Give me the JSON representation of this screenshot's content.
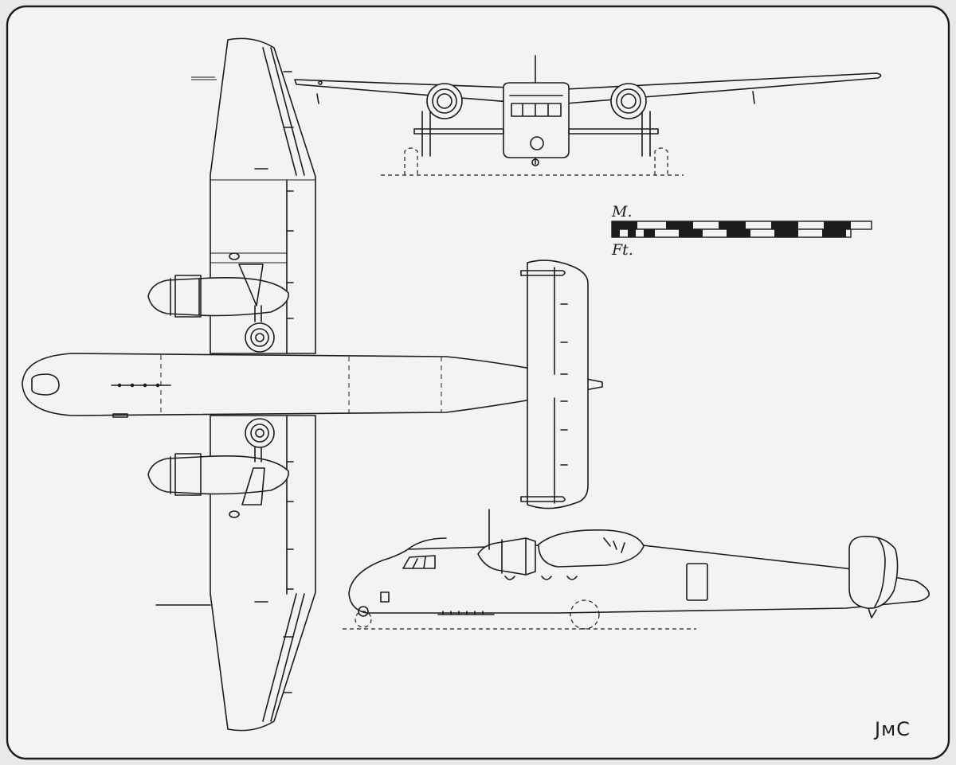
{
  "scale_bar": {
    "metric_label": "M.",
    "imperial_label": "Ft."
  },
  "signature": "JмC",
  "views": [
    "front-view",
    "plan-view",
    "side-view"
  ],
  "colors": {
    "ink": "#1c1c1c",
    "paper": "#f3f3f3",
    "background": "#e9e9e9"
  }
}
